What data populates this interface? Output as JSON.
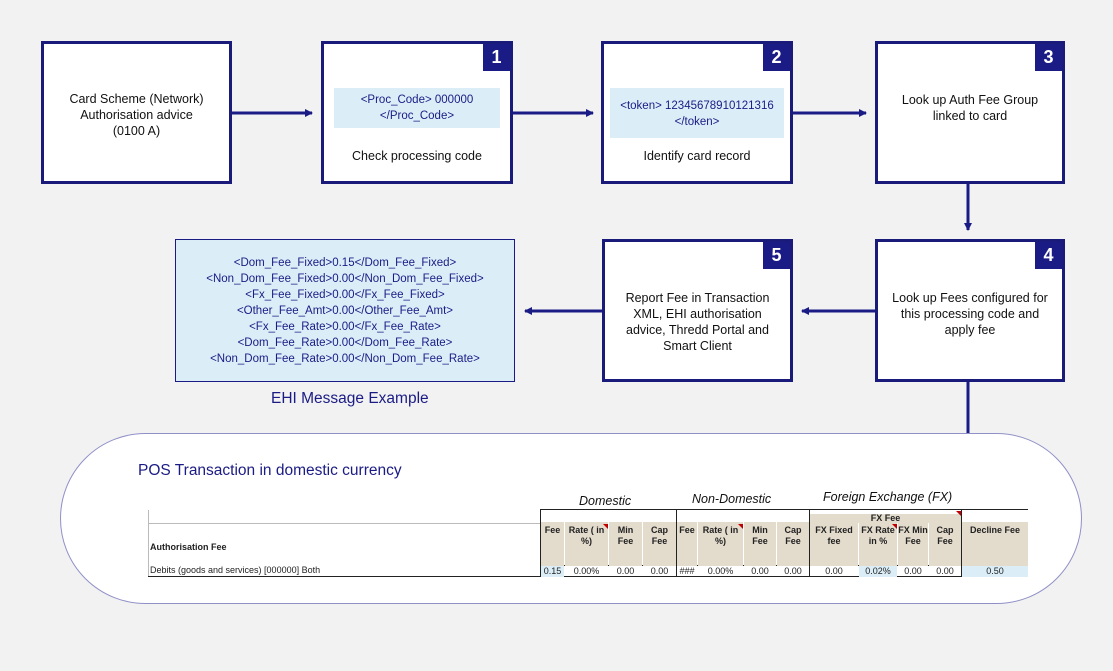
{
  "flow": {
    "start": {
      "lines": "Card Scheme (Network)\nAuthorisation advice\n(0100 A)"
    },
    "step1": {
      "number": "1",
      "code": "<Proc_Code> 000000\n</Proc_Code>",
      "label": "Check processing code"
    },
    "step2": {
      "number": "2",
      "code": "<token> 12345678910121316\n</token>",
      "label": "Identify card record"
    },
    "step3": {
      "number": "3",
      "label": "Look up Auth Fee Group\nlinked to card"
    },
    "step4": {
      "number": "4",
      "label": "Look up Fees configured for\nthis processing code and\napply fee"
    },
    "step5": {
      "number": "5",
      "label": "Report Fee in Transaction\nXML, EHI authorisation\nadvice, Thredd Portal and\nSmart Client"
    }
  },
  "ehi": {
    "lines": [
      "<Dom_Fee_Fixed>0.15</Dom_Fee_Fixed>",
      "<Non_Dom_Fee_Fixed>0.00</Non_Dom_Fee_Fixed>",
      "<Fx_Fee_Fixed>0.00</Fx_Fee_Fixed>",
      "<Other_Fee_Amt>0.00</Other_Fee_Amt>",
      "<Fx_Fee_Rate>0.00</Fx_Fee_Rate>",
      "<Dom_Fee_Rate>0.00</Dom_Fee_Rate>",
      "<Non_Dom_Fee_Rate>0.00</Non_Dom_Fee_Rate>"
    ],
    "caption": "EHI Message Example"
  },
  "pos": {
    "title": "POS Transaction in domestic currency",
    "groups": {
      "domestic": "Domestic",
      "non_domestic": "Non-Domestic",
      "fx": "Foreign Exchange (FX)",
      "fx_fee": "FX Fee"
    },
    "row_header": "Authorisation Fee",
    "headers": [
      "Fee",
      "Rate ( in %)",
      "Min Fee",
      "Cap Fee",
      "Fee",
      "Rate ( in %)",
      "Min Fee",
      "Cap Fee",
      "FX Fixed fee",
      "FX Rate in %",
      "FX Min Fee",
      "Cap Fee",
      "Decline Fee"
    ],
    "row_label": "Debits (goods and services) [000000] Both",
    "values": [
      "0.15",
      "0.00%",
      "0.00",
      "0.00",
      "###",
      "0.00%",
      "0.00",
      "0.00",
      "0.00",
      "0.02%",
      "0.00",
      "0.00",
      "0.50"
    ]
  },
  "colors": {
    "accent": "#1b1b85",
    "code_bg": "#dbeef8",
    "header_bg": "#e3dbcc"
  }
}
